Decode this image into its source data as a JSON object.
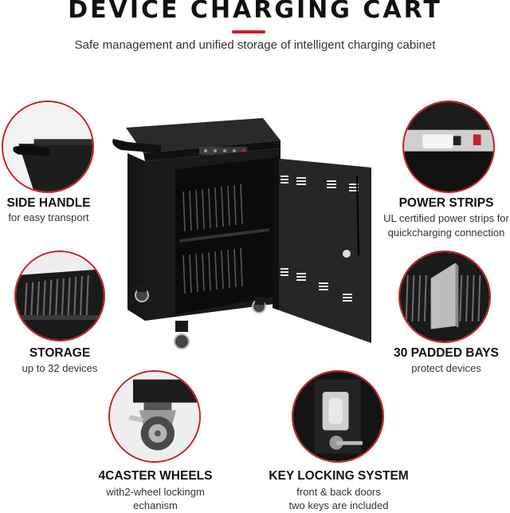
{
  "header": {
    "title": "DEVICE CHARGING CART",
    "subtitle": "Safe management and unified storage of intelligent charging cabinet"
  },
  "features": [
    {
      "key": "side-handle",
      "title": "SIDE HANDLE",
      "lines": [
        "for easy transport"
      ]
    },
    {
      "key": "power-strips",
      "title": "POWER STRIPS",
      "lines": [
        "UL certified power strips for",
        "quickcharging connection"
      ]
    },
    {
      "key": "storage",
      "title": "STORAGE",
      "lines": [
        "up to 32 devices"
      ]
    },
    {
      "key": "padded-bays",
      "title": "30 PADDED BAYS",
      "lines": [
        "protect devices"
      ]
    },
    {
      "key": "caster-wheels",
      "title": "4CASTER WHEELS",
      "lines": [
        "with2-wheel lockingm",
        "echanism"
      ]
    },
    {
      "key": "key-locking",
      "title": "KEY LOCKING SYSTEM",
      "lines": [
        "front & back doors",
        "two keys are included"
      ]
    }
  ],
  "colors": {
    "accent": "#c8202a",
    "cart": "#1e1e1e",
    "text": "#111111"
  },
  "icons": [
    "side-handle-photo",
    "power-strip-photo",
    "storage-slots-photo",
    "padded-bays-photo",
    "caster-wheel-photo",
    "key-lock-photo",
    "charging-cart-photo"
  ]
}
